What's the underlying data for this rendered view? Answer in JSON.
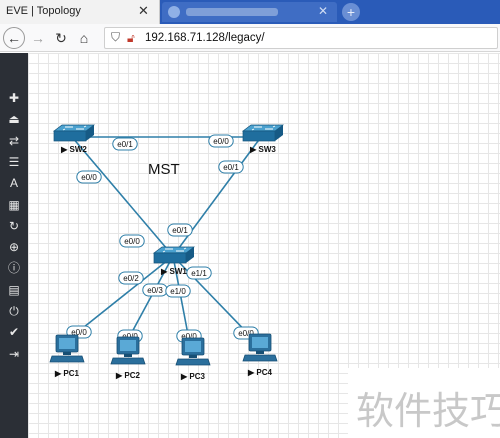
{
  "browser": {
    "active_tab_title": "EVE | Topology",
    "url": "192.168.71.128/legacy/"
  },
  "sidebar": {
    "icons": [
      "add-node-icon",
      "eject-icon",
      "exchange-icon",
      "align-left-icon",
      "font-icon",
      "grid-icon",
      "refresh-icon",
      "zoom-in-icon",
      "info-icon",
      "list-icon",
      "power-icon",
      "check-circle-icon",
      "sign-out-icon"
    ]
  },
  "topology": {
    "label": "MST",
    "devices": [
      {
        "id": "sw2",
        "name": "SW2",
        "type": "switch"
      },
      {
        "id": "sw3",
        "name": "SW3",
        "type": "switch"
      },
      {
        "id": "sw1",
        "name": "SW1",
        "type": "switch"
      },
      {
        "id": "pc1",
        "name": "PC1",
        "type": "pc"
      },
      {
        "id": "pc2",
        "name": "PC2",
        "type": "pc"
      },
      {
        "id": "pc3",
        "name": "PC3",
        "type": "pc"
      },
      {
        "id": "pc4",
        "name": "PC4",
        "type": "pc"
      }
    ],
    "links": [
      {
        "from": "sw2",
        "to": "sw3",
        "from_port": "e0/1",
        "to_port": "e0/0"
      },
      {
        "from": "sw2",
        "to": "sw1",
        "from_port": "e0/0",
        "to_port": "e0/0"
      },
      {
        "from": "sw3",
        "to": "sw1",
        "from_port": "e0/1",
        "to_port": "e0/1"
      },
      {
        "from": "sw1",
        "to": "pc1",
        "from_port": "e0/2",
        "to_port": "e0/0"
      },
      {
        "from": "sw1",
        "to": "pc2",
        "from_port": "e0/3",
        "to_port": "e0/0"
      },
      {
        "from": "sw1",
        "to": "pc3",
        "from_port": "e1/0",
        "to_port": "e0/0"
      },
      {
        "from": "sw1",
        "to": "pc4",
        "from_port": "e1/1",
        "to_port": "e0/0"
      }
    ]
  },
  "watermark": "软件技巧",
  "colors": {
    "link": "#2f7fa8",
    "switch_body": "#1f6e9e",
    "switch_top": "#4aa1cf",
    "pc": "#2b6f9c",
    "sidebar": "#2b2f36",
    "tabstrip": "#2a5bb8"
  }
}
